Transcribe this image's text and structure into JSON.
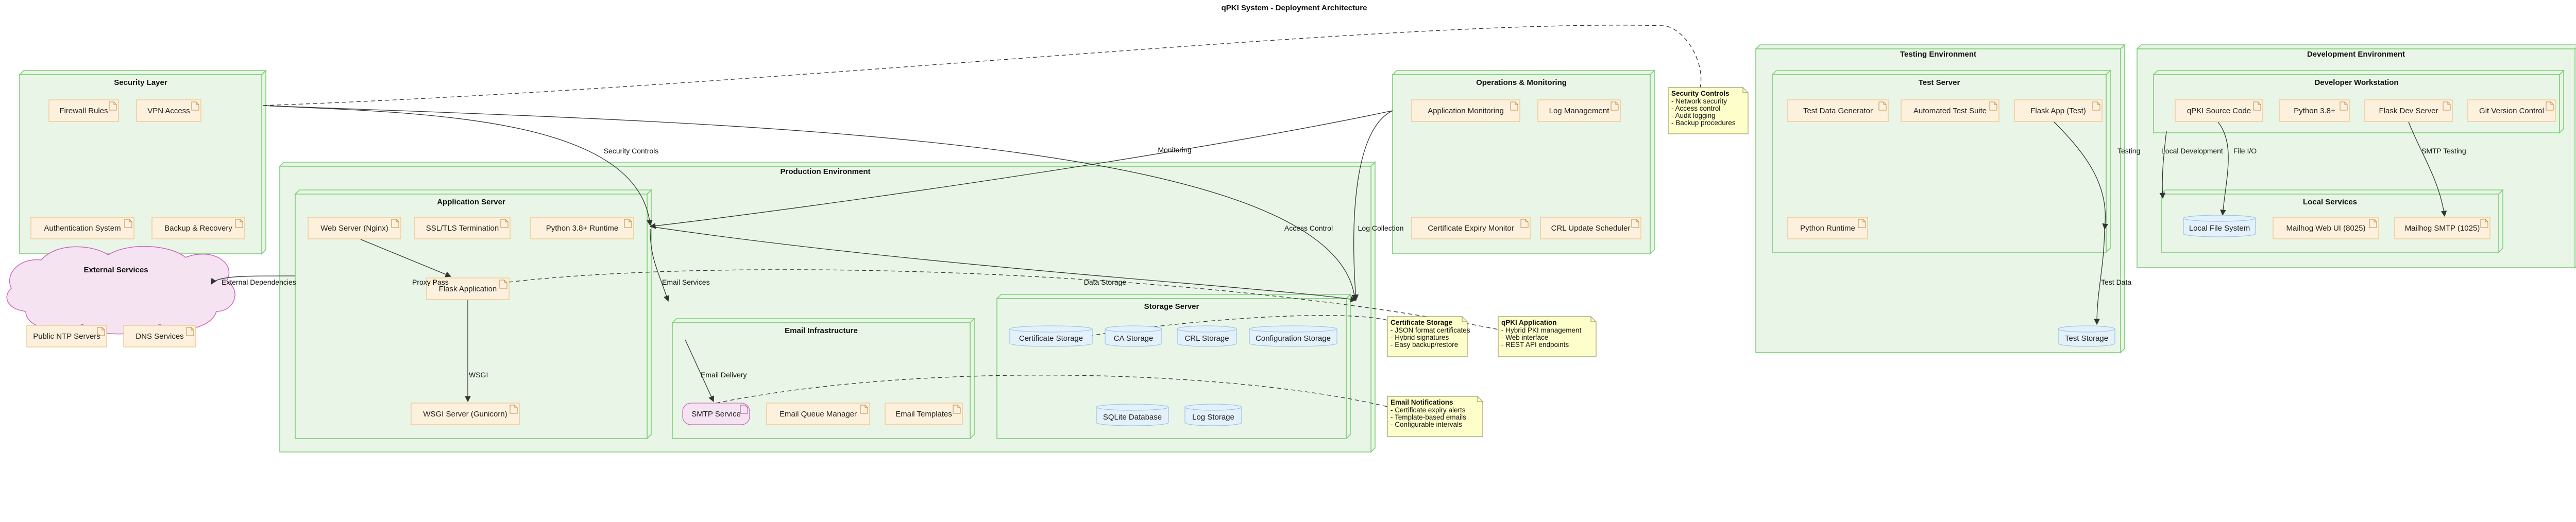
{
  "title": "qPKI System - Deployment Architecture",
  "colors": {
    "package_fill": "#e9f5e6",
    "package_border": "#7fcf7a",
    "artifact_fill": "#fdf1dd",
    "artifact_border": "#f1c48a",
    "storage_fill": "#e4f1fb",
    "storage_border": "#9cc7e8",
    "cloud_fill": "#f5e3f2",
    "cloud_border": "#c867bd",
    "note_fill": "#fefecb",
    "note_border": "#9e9e6a",
    "edge": "#333333"
  },
  "packages": {
    "security": "Security Layer",
    "operations": "Operations & Monitoring",
    "testing_env": "Testing Environment",
    "test_server": "Test Server",
    "dev_env": "Development Environment",
    "dev_workstation": "Developer Workstation",
    "local_services": "Local Services",
    "production": "Production Environment",
    "app_server": "Application Server",
    "email_infra": "Email Infrastructure",
    "storage_server": "Storage Server",
    "external": "External Services"
  },
  "nodes": {
    "firewall": "Firewall Rules",
    "vpn": "VPN Access",
    "auth_system": "Authentication System",
    "backup": "Backup & Recovery",
    "app_monitoring": "Application Monitoring",
    "log_mgmt": "Log Management",
    "cert_monitor": "Certificate Expiry Monitor",
    "crl_scheduler": "CRL Update Scheduler",
    "test_data_gen": "Test Data Generator",
    "auto_test": "Automated Test Suite",
    "flask_test": "Flask App (Test)",
    "python_runtime": "Python Runtime",
    "test_storage": "Test Storage",
    "qpki_source": "qPKI Source Code",
    "python38_dev": "Python 3.8+",
    "flask_dev": "Flask Dev Server",
    "git": "Git Version Control",
    "local_fs": "Local File System",
    "mailhog_web": "Mailhog Web UI (8025)",
    "mailhog_smtp": "Mailhog SMTP (1025)",
    "nginx": "Web Server (Nginx)",
    "ssl": "SSL/TLS Termination",
    "python38_rt": "Python 3.8+ Runtime",
    "flask_app": "Flask Application",
    "wsgi": "WSGI Server (Gunicorn)",
    "smtp": "SMTP Service",
    "email_queue": "Email Queue Manager",
    "email_templates": "Email Templates",
    "cert_storage": "Certificate Storage",
    "ca_storage": "CA Storage",
    "crl_storage": "CRL Storage",
    "config_storage": "Configuration Storage",
    "sqlite": "SQLite Database",
    "log_storage": "Log Storage",
    "ntp": "Public NTP Servers",
    "dns": "DNS Services"
  },
  "edges": {
    "security_controls": "Security Controls",
    "monitoring": "Monitoring",
    "access_control": "Access Control",
    "log_collection": "Log Collection",
    "testing": "Testing",
    "test_data": "Test Data",
    "local_development": "Local Development",
    "file_io": "File I/O",
    "smtp_testing": "SMTP Testing",
    "external_dependencies": "External Dependencies",
    "proxy_pass": "Proxy Pass",
    "wsgi": "WSGI",
    "email_services": "Email Services",
    "data_storage": "Data Storage",
    "email_delivery": "Email Delivery"
  },
  "notes": {
    "security_controls": {
      "title": "Security Controls",
      "lines": [
        "- Network security",
        "- Access control",
        "- Audit logging",
        "- Backup procedures"
      ]
    },
    "certificate_storage": {
      "title": "Certificate Storage",
      "lines": [
        "- JSON format certificates",
        "- Hybrid signatures",
        "- Easy backup/restore"
      ]
    },
    "qpki_application": {
      "title": "qPKI Application",
      "lines": [
        "- Hybrid PKI management",
        "- Web interface",
        "- REST API endpoints"
      ]
    },
    "email_notifications": {
      "title": "Email Notifications",
      "lines": [
        "- Certificate expiry alerts",
        "- Template-based emails",
        "- Configurable intervals"
      ]
    }
  }
}
